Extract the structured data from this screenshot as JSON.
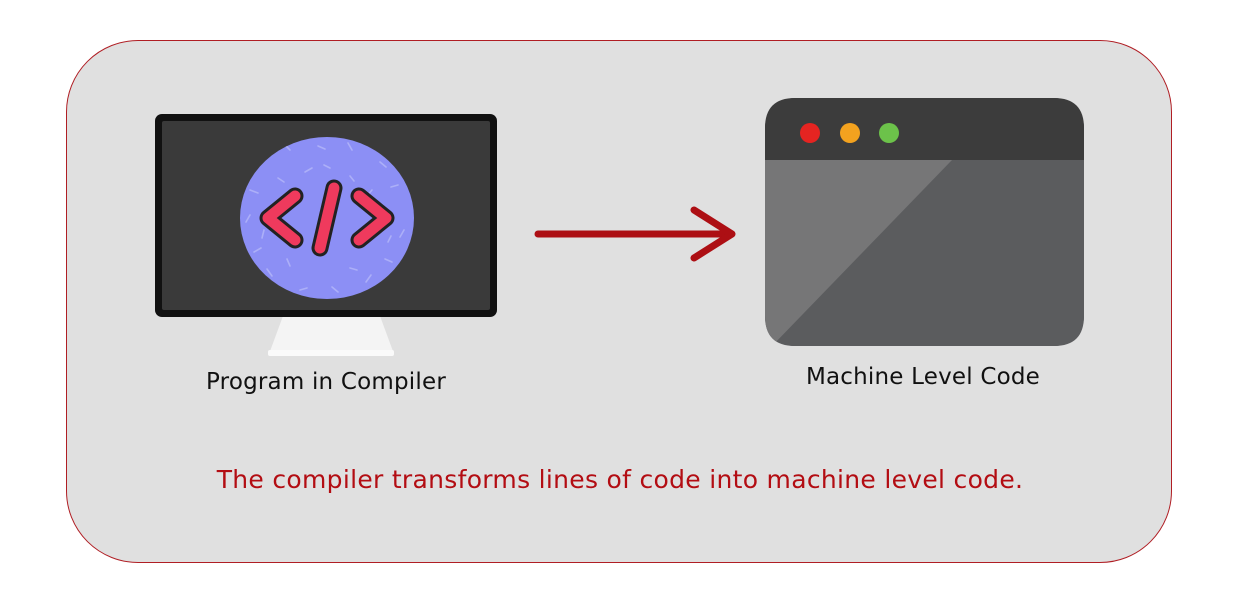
{
  "left_node": {
    "label": "Program in Compiler",
    "icon": "monitor-code-icon"
  },
  "right_node": {
    "label": "Machine Level Code",
    "icon": "browser-window-icon"
  },
  "connector": {
    "icon": "arrow-right-icon"
  },
  "caption": {
    "text": "The compiler transforms lines of code into machine level code."
  },
  "colors": {
    "panel_background": "#e0e0e0",
    "panel_border": "#b01e24",
    "arrow": "#ad0f14",
    "caption_text": "#b30d13",
    "code_badge": "#8c8ff5",
    "code_glyph": "#ef3a5d",
    "window_dot_red": "#e52421",
    "window_dot_orange": "#f3a21f",
    "window_dot_green": "#6cc24a"
  }
}
